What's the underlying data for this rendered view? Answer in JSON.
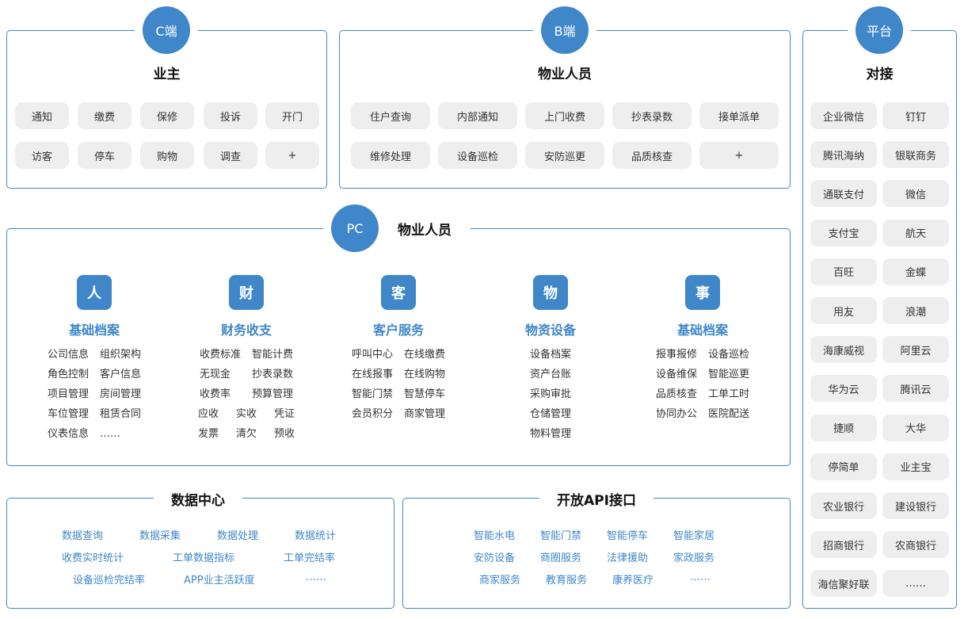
{
  "c_end": {
    "badge": "C端",
    "title": "业主",
    "items": [
      "通知",
      "缴费",
      "保修",
      "投诉",
      "开门",
      "访客",
      "停车",
      "购物",
      "调查",
      "+"
    ]
  },
  "b_end": {
    "badge": "B端",
    "title": "物业人员",
    "items": [
      "住户查询",
      "内部通知",
      "上门收费",
      "抄表录数",
      "接单派单",
      "维修处理",
      "设备巡检",
      "安防巡更",
      "品质核查",
      "+"
    ]
  },
  "platform": {
    "badge": "平台",
    "title": "对接",
    "items": [
      "企业微信",
      "钉钉",
      "腾讯海纳",
      "银联商务",
      "通联支付",
      "微信",
      "支付宝",
      "航天",
      "百旺",
      "金蝶",
      "用友",
      "浪潮",
      "海康威视",
      "阿里云",
      "华为云",
      "腾讯云",
      "捷顺",
      "大华",
      "停简单",
      "业主宝",
      "农业银行",
      "建设银行",
      "招商银行",
      "农商银行",
      "海信聚好联",
      "……"
    ]
  },
  "pc": {
    "badge": "PC",
    "title": "物业人员",
    "modules": [
      {
        "icon": "人",
        "title": "基础档案",
        "cols": 2,
        "items": [
          "公司信息",
          "组织架构",
          "角色控制",
          "客户信息",
          "项目管理",
          "房间管理",
          "车位管理",
          "租赁合同",
          "仪表信息",
          "……"
        ]
      },
      {
        "icon": "财",
        "title": "财务收支",
        "cols": 2,
        "items": [
          "收费标准",
          "智能计费",
          "无现金",
          "抄表录数",
          "收费率",
          "预算管理"
        ],
        "extra": [
          "应收",
          "实收",
          "凭证",
          "发票",
          "清欠",
          "预收"
        ]
      },
      {
        "icon": "客",
        "title": "客户服务",
        "cols": 2,
        "items": [
          "呼叫中心",
          "在线缴费",
          "在线报事",
          "在线购物",
          "智能门禁",
          "智慧停车",
          "会员积分",
          "商家管理"
        ]
      },
      {
        "icon": "物",
        "title": "物资设备",
        "cols": 1,
        "items": [
          "设备档案",
          "资产台账",
          "采购审批",
          "仓储管理",
          "物料管理"
        ]
      },
      {
        "icon": "事",
        "title": "基础档案",
        "cols": 2,
        "items": [
          "报事报修",
          "设备巡检",
          "设备维保",
          "智能巡更",
          "品质核查",
          "工单工时",
          "协同办公",
          "医院配送"
        ]
      }
    ]
  },
  "data_center": {
    "title": "数据中心",
    "rows": [
      [
        "数据查询",
        "数据采集",
        "数据处理",
        "数据统计"
      ],
      [
        "收费实时统计",
        "工单数据指标",
        "工单完结率"
      ],
      [
        "设备巡检完结率",
        "APP业主活跃度",
        "……"
      ]
    ]
  },
  "open_api": {
    "title": "开放API接口",
    "rows": [
      [
        "智能水电",
        "智能门禁",
        "智能停车",
        "智能家居"
      ],
      [
        "安防设备",
        "商圈服务",
        "法律援助",
        "家政服务"
      ],
      [
        "商家服务",
        "教育服务",
        "康养医疗",
        "……"
      ]
    ]
  },
  "colors": {
    "accent": "#3f87c9",
    "chip_bg": "#eeeeee"
  }
}
